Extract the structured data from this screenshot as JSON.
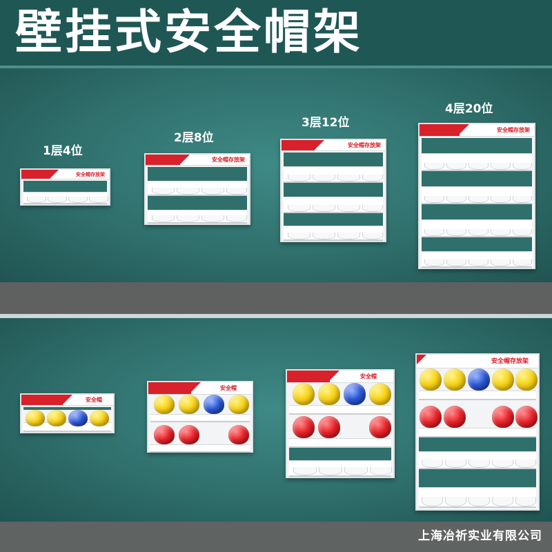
{
  "header": {
    "title": "壁挂式安全帽架"
  },
  "top_racks": [
    {
      "label": "1层4位",
      "plate_text": "安全帽存放架"
    },
    {
      "label": "2层8位",
      "plate_text": "安全帽存放架"
    },
    {
      "label": "3层12位",
      "plate_text": "安全帽存放架"
    },
    {
      "label": "4层20位",
      "plate_text": "安全帽存放架"
    }
  ],
  "bottom_racks": [
    {
      "plate_text": "安全帽",
      "helmets": [
        [
          "yellow",
          "yellow",
          "blue",
          "yellow"
        ]
      ]
    },
    {
      "plate_text": "安全帽",
      "helmets": [
        [
          "yellow",
          "yellow",
          "blue",
          "yellow"
        ],
        [
          "red",
          "red",
          "empty",
          "red"
        ]
      ]
    },
    {
      "plate_text": "安全帽",
      "helmets": [
        [
          "yellow",
          "yellow",
          "blue",
          "yellow"
        ],
        [
          "red",
          "red",
          "empty",
          "red"
        ],
        [
          "empty",
          "empty",
          "empty",
          "empty"
        ]
      ]
    },
    {
      "plate_text": "安全帽存放架",
      "helmets": [
        [
          "yellow",
          "yellow",
          "blue",
          "yellow",
          "yellow"
        ],
        [
          "red",
          "red",
          "empty",
          "red",
          "red"
        ],
        [
          "empty",
          "empty",
          "empty",
          "empty",
          "empty"
        ],
        [
          "empty",
          "empty",
          "empty",
          "empty",
          "empty"
        ]
      ]
    }
  ],
  "colors": {
    "accent_red": "#d8212b",
    "background": "#2f6f6c",
    "yellow": "#f8d51b",
    "red": "#e8222a",
    "blue": "#2b57d6"
  },
  "footer": {
    "company": "上海冶祈实业有限公司"
  }
}
